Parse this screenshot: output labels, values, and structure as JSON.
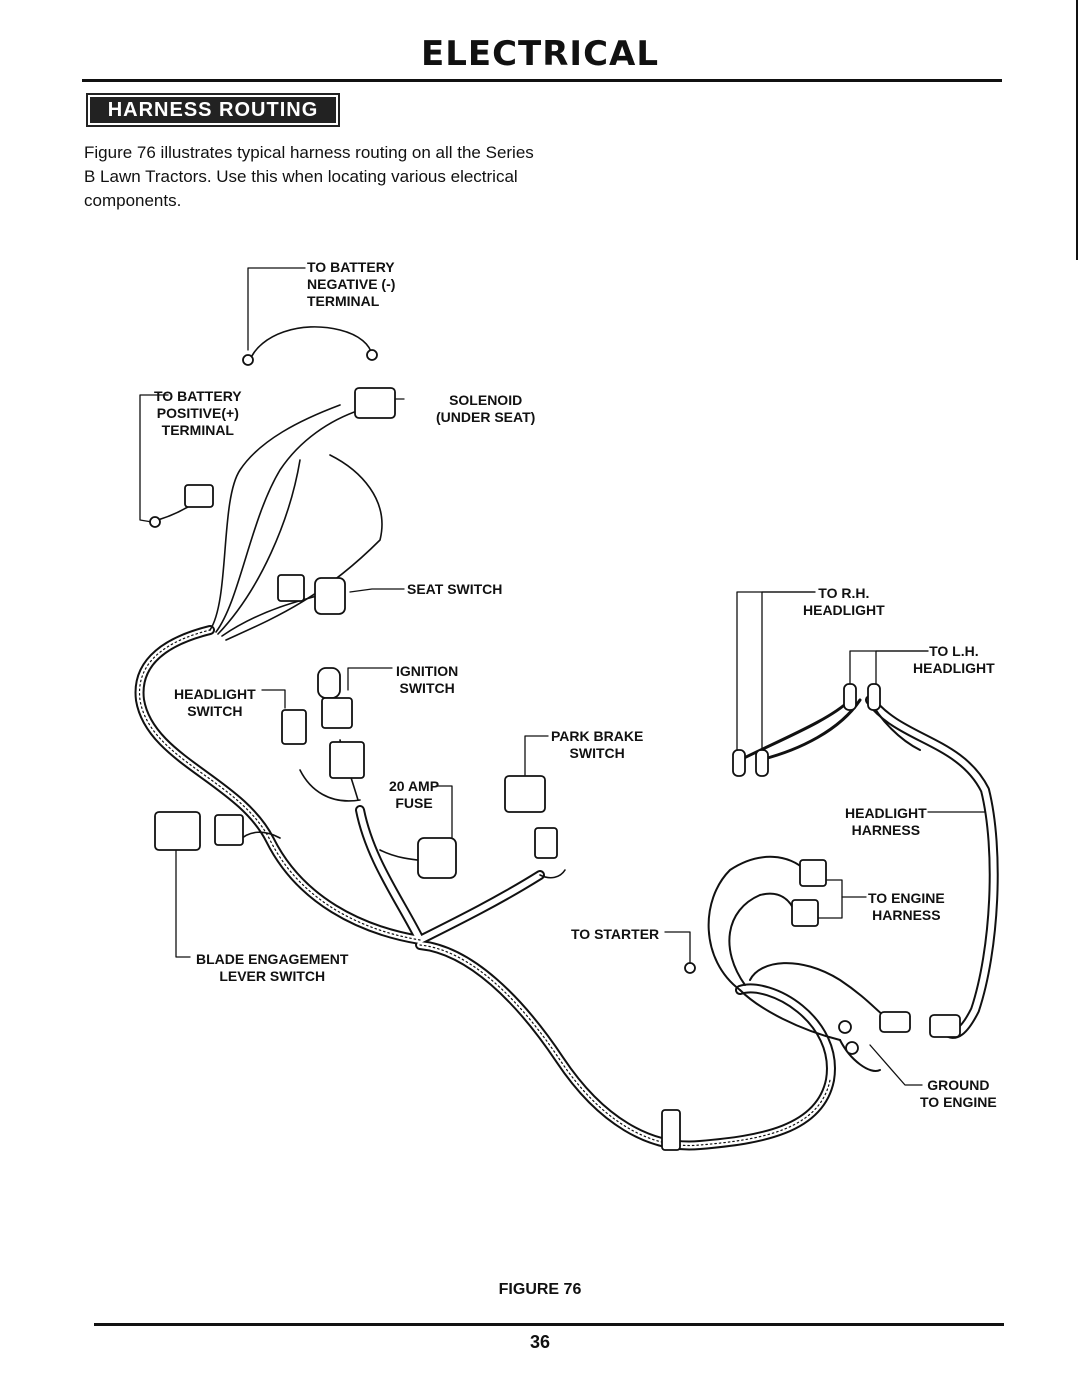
{
  "header": {
    "title": "ELECTRICAL"
  },
  "section": {
    "title": "HARNESS ROUTING"
  },
  "intro": {
    "text": "Figure 76 illustrates typical harness routing on all the Series B Lawn Tractors. Use this when locating various electrical components."
  },
  "labels": {
    "battery_negative": "TO BATTERY\nNEGATIVE (-)\nTERMINAL",
    "battery_positive": "TO BATTERY\nPOSITIVE(+)\nTERMINAL",
    "solenoid": "SOLENOID\n(UNDER SEAT)",
    "seat_switch": "SEAT SWITCH",
    "ignition_switch": "IGNITION\nSWITCH",
    "headlight_switch": "HEADLIGHT\nSWITCH",
    "park_brake_switch": "PARK BRAKE\nSWITCH",
    "fuse": "20 AMP\nFUSE",
    "blade_switch": "BLADE ENGAGEMENT\nLEVER SWITCH",
    "to_starter": "TO STARTER",
    "rh_headlight": "TO R.H.\nHEADLIGHT",
    "lh_headlight": "TO L.H.\nHEADLIGHT",
    "headlight_harness": "HEADLIGHT\nHARNESS",
    "engine_harness": "TO ENGINE\nHARNESS",
    "ground": "GROUND\nTO ENGINE"
  },
  "figure": {
    "caption": "FIGURE 76"
  },
  "page": {
    "number": "36"
  }
}
